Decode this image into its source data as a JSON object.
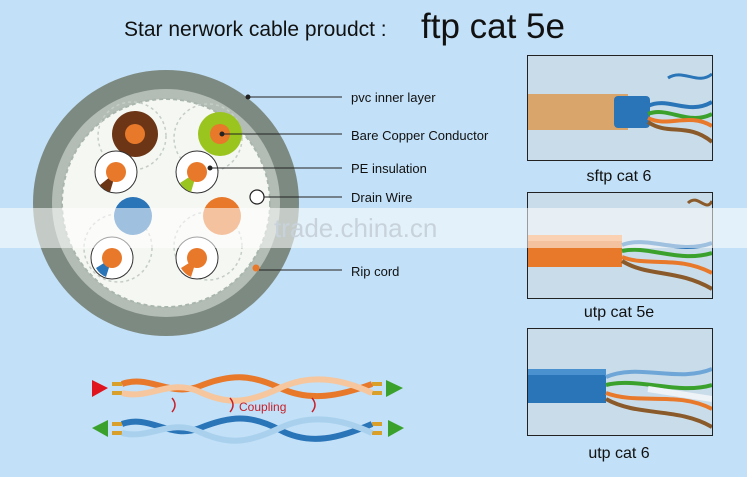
{
  "title": {
    "prefix": "Star nerwork cable proudct :",
    "product": "ftp cat 5e"
  },
  "labels": {
    "pvc": "pvc inner layer",
    "conductor": "Bare Copper Conductor",
    "insulation": "PE insulation",
    "drain": "Drain Wire",
    "ripcord": "Rip cord"
  },
  "photos": [
    {
      "caption": "sftp cat 6"
    },
    {
      "caption": "utp cat 5e"
    },
    {
      "caption": "utp cat 6"
    }
  ],
  "coupling": "Coupling",
  "watermark": "trade.china.cn",
  "colors": {
    "background": "#c2e0f7",
    "jacket": "#7d8a82",
    "orange": "#e8782a",
    "blue": "#2a74b8",
    "green": "#9ac41e",
    "brown": "#6b3516",
    "arrow_red": "#e0141e",
    "arrow_green": "#3aa22c"
  }
}
